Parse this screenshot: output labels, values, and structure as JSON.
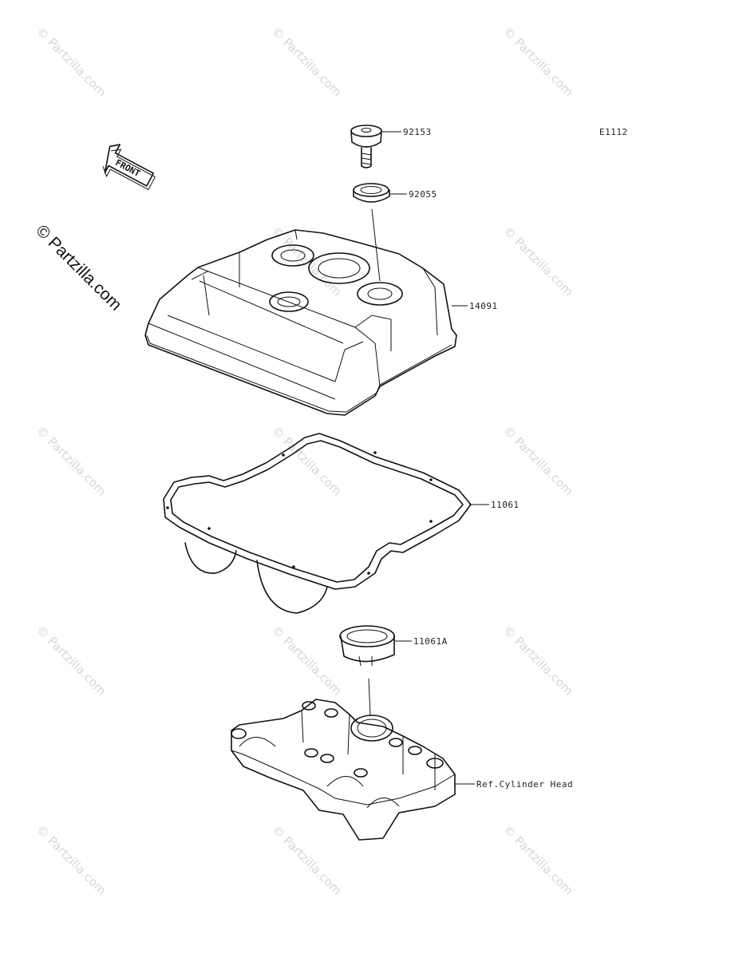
{
  "diagram_id": "E1112",
  "brand_watermark": "© Partzilla.com",
  "watermark_text": "© Partzilla.com",
  "front_label": "FRONT",
  "parts": [
    {
      "number": "92153",
      "kind": "bolt"
    },
    {
      "number": "92055",
      "kind": "ring"
    },
    {
      "number": "14091",
      "kind": "cover"
    },
    {
      "number": "11061",
      "kind": "gasket"
    },
    {
      "number": "11061A",
      "kind": "seal"
    }
  ],
  "reference": "Ref.Cylinder Head"
}
